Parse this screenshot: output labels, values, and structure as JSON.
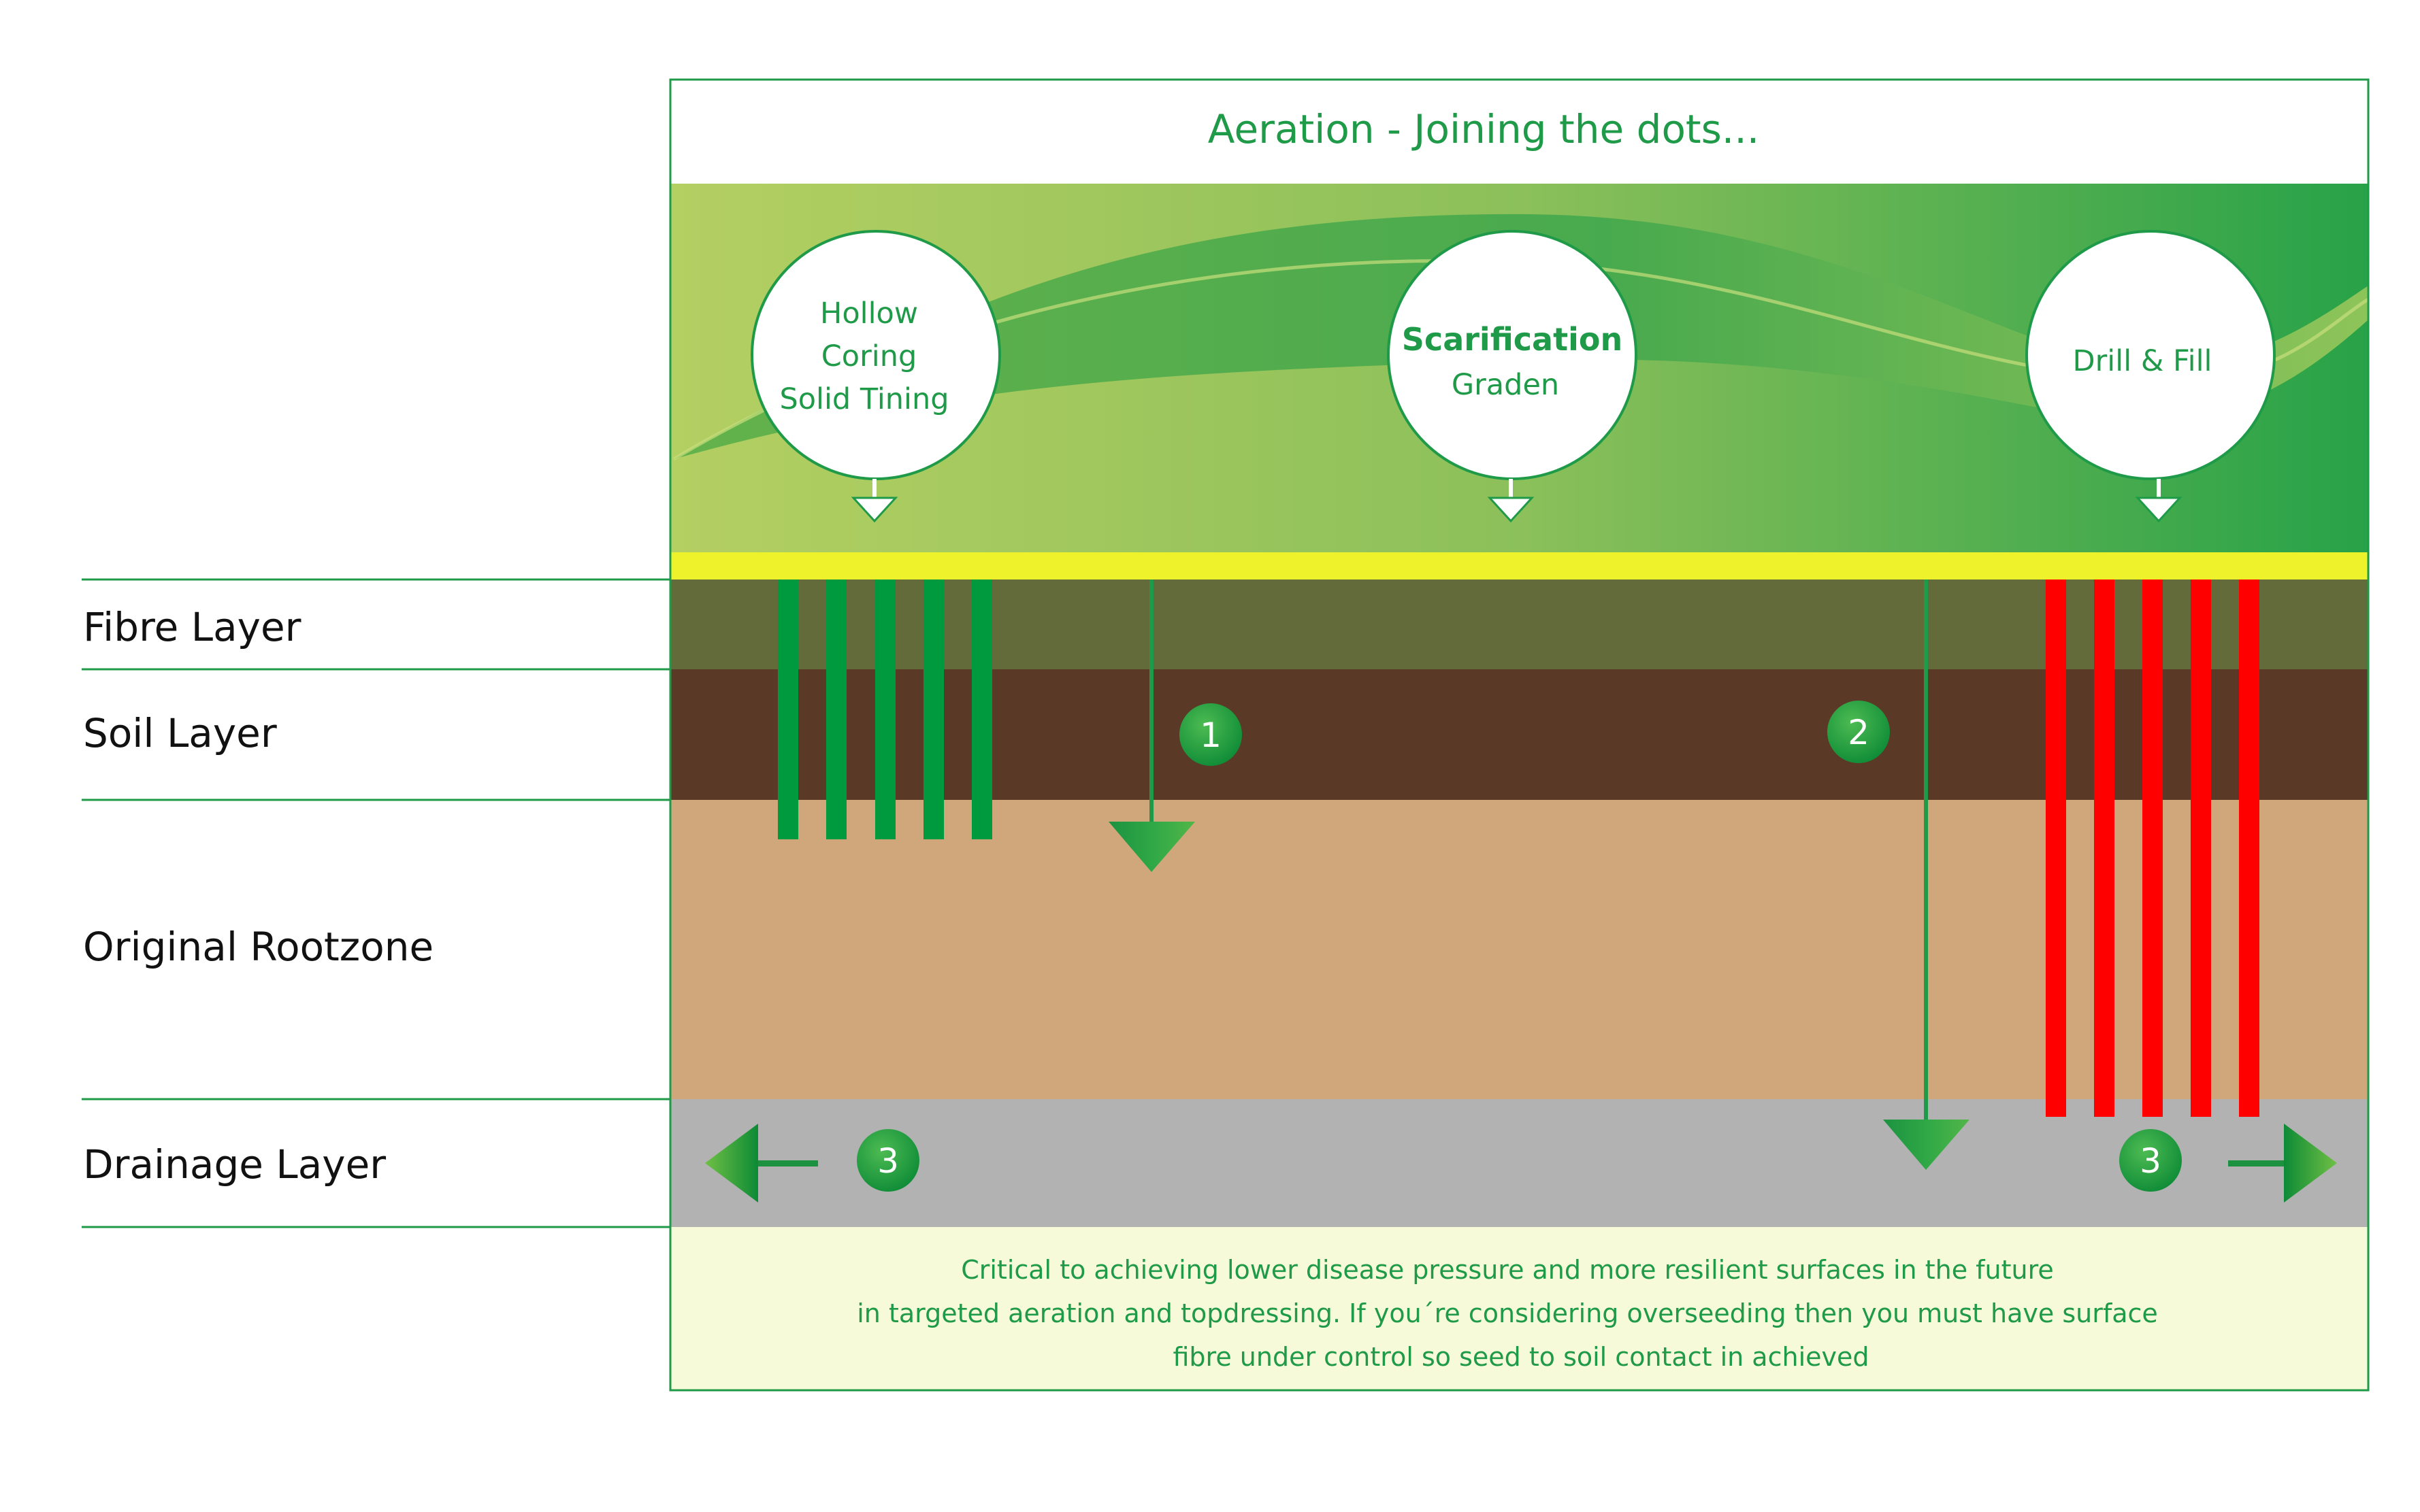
{
  "title": "Aeration - Joining the dots...",
  "methods": [
    {
      "lines": [
        "Hollow",
        "Coring",
        "Solid Tining"
      ],
      "bold_first": false
    },
    {
      "lines": [
        "Scarification",
        "Graden"
      ],
      "bold_first": true
    },
    {
      "lines": [
        "Drill & Fill"
      ],
      "bold_first": false
    }
  ],
  "layers": [
    {
      "label": "Fibre Layer",
      "color": "#636b3b"
    },
    {
      "label": "Soil Layer",
      "color": "#5a3a26"
    },
    {
      "label": "Original Rootzone",
      "color": "#cfa77b"
    },
    {
      "label": "Drainage Layer",
      "color": "#b2b2b2"
    }
  ],
  "markers": [
    "1",
    "2",
    "3",
    "3"
  ],
  "footer": [
    "Critical to achieving lower  disease pressure and more resilient surfaces in the future",
    "in targeted  aeration and topdressing. If you´re considering overseeding then you must have surface",
    "fibre under control so seed to soil contact in achieved"
  ],
  "colors": {
    "accent_green": "#1f9a48",
    "tine_green": "#009a3e",
    "tine_red": "#ff0000",
    "thatch_yellow": "#eef22a",
    "footer_bg": "#f6fad9",
    "label_text": "#111111"
  }
}
